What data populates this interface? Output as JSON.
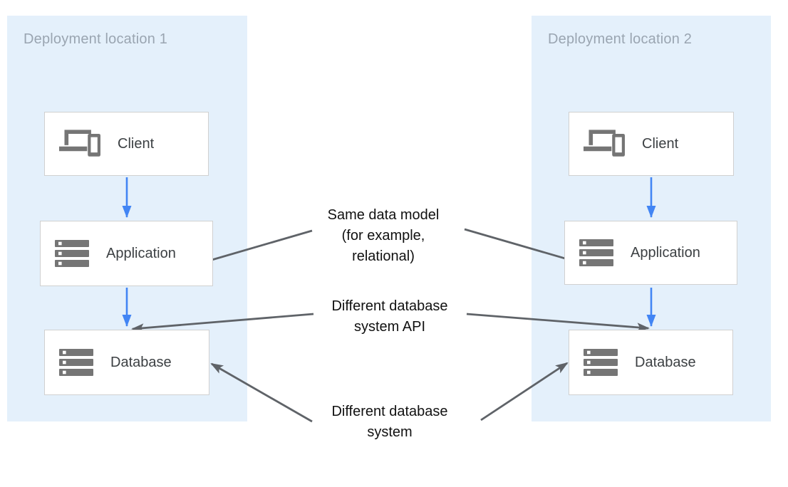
{
  "colors": {
    "canvas-bg": "#ffffff",
    "panel-bg": "#e4f0fb",
    "panel-title": "#9aa5b1",
    "node-border": "#d0d0d0",
    "node-label": "#3c4043",
    "icon-gray": "#757575",
    "arrow-blue": "#4285f4",
    "arrow-gray": "#5f6368",
    "annotation-text": "#111111"
  },
  "panels": [
    {
      "title": "Deployment location 1",
      "nodes": [
        {
          "label": "Client",
          "icon": "devices-icon"
        },
        {
          "label": "Application",
          "icon": "storage-icon"
        },
        {
          "label": "Database",
          "icon": "storage-icon"
        }
      ]
    },
    {
      "title": "Deployment location 2",
      "nodes": [
        {
          "label": "Client",
          "icon": "devices-icon"
        },
        {
          "label": "Application",
          "icon": "storage-icon"
        },
        {
          "label": "Database",
          "icon": "storage-icon"
        }
      ]
    }
  ],
  "annotations": [
    {
      "text": "Same data model\n(for example,\nrelational)"
    },
    {
      "text": "Different database\nsystem API"
    },
    {
      "text": "Different database\nsystem"
    }
  ]
}
